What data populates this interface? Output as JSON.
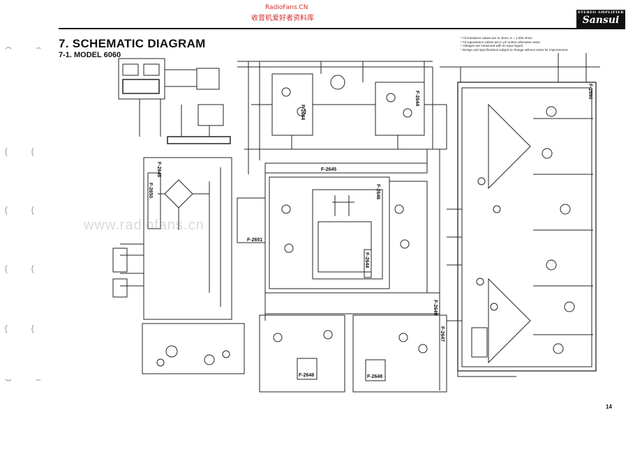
{
  "watermark": {
    "url": "RadioFans.CN",
    "caption": "收音机爱好者资料库",
    "ghost": "www.radiofans.cn"
  },
  "brand": {
    "name": "Sansui",
    "tagline": "STEREO AMPLIFIER"
  },
  "header": {
    "title": "7. SCHEMATIC DIAGRAM",
    "subtitle": "7-1. MODEL 6060"
  },
  "notes": [
    "* All resistance values are in ohms; K = 1,000 ohms",
    "* All capacitance values are in μF unless otherwise noted",
    "* Voltages are measured with no input signal",
    "* Design and specifications subject to change without notice for improvement."
  ],
  "boards": [
    {
      "id": "f2644a",
      "label": "F-2644"
    },
    {
      "id": "f2644b",
      "label": "F-2644"
    },
    {
      "id": "f2645",
      "label": "F-2645"
    },
    {
      "id": "f2646",
      "label": "F-2646"
    },
    {
      "id": "f2648",
      "label": "F-2648"
    },
    {
      "id": "f2650",
      "label": "F-2650"
    },
    {
      "id": "f2651",
      "label": "F-2651"
    },
    {
      "id": "f2644c",
      "label": "F-2644"
    },
    {
      "id": "f2649",
      "label": "F-2649"
    },
    {
      "id": "f2647",
      "label": "F-2647"
    },
    {
      "id": "f2648b",
      "label": "F-2648"
    },
    {
      "id": "f2648c",
      "label": "F-2648"
    },
    {
      "id": "f2590",
      "label": "F-2590"
    }
  ],
  "page_number": "14",
  "colors": {
    "watermark": "#d42a2a",
    "ink": "#111111",
    "paper": "#ffffff"
  }
}
